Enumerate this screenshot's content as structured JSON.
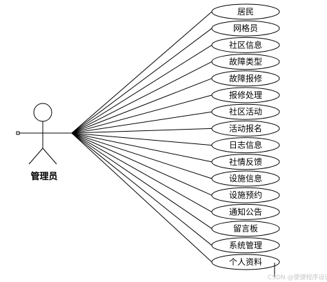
{
  "actor": {
    "name": "管理员"
  },
  "use_cases": [
    "居民",
    "网格员",
    "社区信息",
    "故障类型",
    "故障报修",
    "报修处理",
    "社区活动",
    "活动报名",
    "日志信息",
    "社情反馈",
    "设施信息",
    "设施预约",
    "通知公告",
    "留言板",
    "系统管理",
    "个人资料"
  ],
  "watermark": "CSDN @便捷程序设计",
  "colors": {
    "line": "#000000",
    "background": "#ffffff",
    "watermark": "#c8c8c8"
  }
}
